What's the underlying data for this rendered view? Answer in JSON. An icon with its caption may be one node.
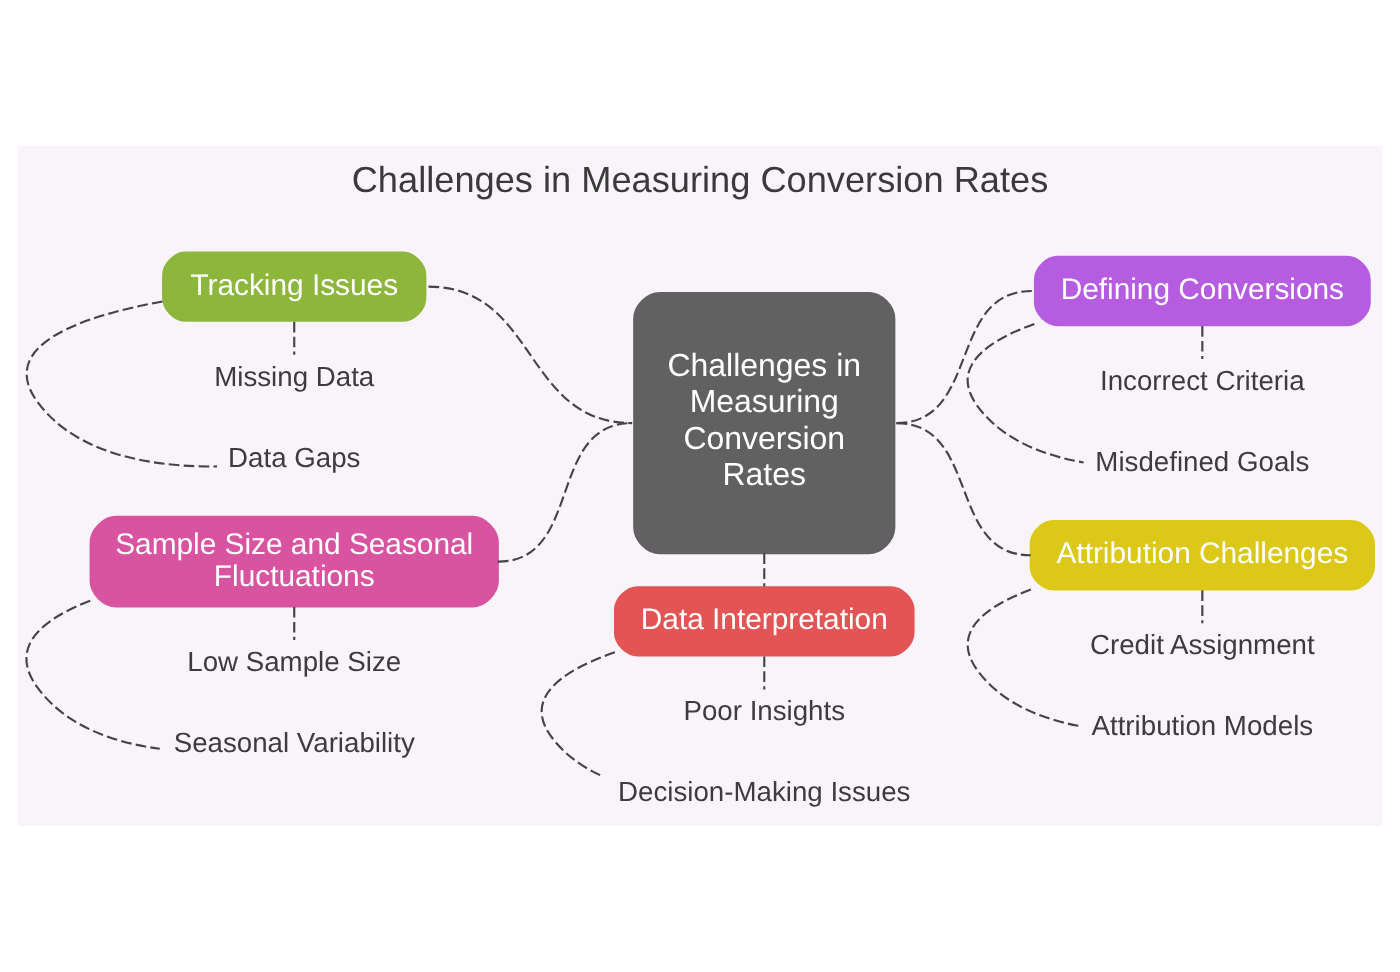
{
  "diagram": {
    "title": "Challenges in Measuring Conversion Rates",
    "nodes": [
      {
        "text": [
          "Challenges in Measuring Conversion Rates"
        ]
      },
      {
        "text": [
          "Tracking Issues"
        ]
      },
      {
        "text": [
          "Missing Data"
        ]
      },
      {
        "text": [
          "Data Gaps"
        ]
      },
      {
        "text": [
          "Defining Conversions"
        ]
      },
      {
        "text": [
          "Incorrect Criteria"
        ]
      },
      {
        "text": [
          "Misdefined Goals"
        ]
      },
      {
        "text": [
          "Sample Size and Seasonal Fluctuations"
        ]
      },
      {
        "text": [
          "Low Sample Size"
        ]
      },
      {
        "text": [
          "Seasonal Variability"
        ]
      },
      {
        "text": [
          "Attribution Challenges"
        ]
      },
      {
        "text": [
          "Credit Assignment"
        ]
      },
      {
        "text": [
          "Attribution Models"
        ]
      },
      {
        "text": [
          "Data Interpretation"
        ]
      },
      {
        "text": [
          "Poor Insights"
        ]
      },
      {
        "text": [
          "Decision-Making Issues"
        ]
      }
    ],
    "edges": [
      {
        "from": 0,
        "to": 1,
        "arrow": "none",
        "style": "dashed"
      },
      {
        "from": 1,
        "to": 2,
        "arrow": "none",
        "style": "dashed"
      },
      {
        "from": 1,
        "to": 3,
        "arrow": "none",
        "style": "dashed"
      },
      {
        "from": 0,
        "to": 4,
        "arrow": "none",
        "style": "dashed"
      },
      {
        "from": 4,
        "to": 5,
        "arrow": "none",
        "style": "dashed"
      },
      {
        "from": 4,
        "to": 6,
        "arrow": "none",
        "style": "dashed"
      },
      {
        "from": 0,
        "to": 7,
        "arrow": "none",
        "style": "dashed"
      },
      {
        "from": 7,
        "to": 8,
        "arrow": "none",
        "style": "dashed"
      },
      {
        "from": 7,
        "to": 9,
        "arrow": "none",
        "style": "dashed"
      },
      {
        "from": 0,
        "to": 10,
        "arrow": "none",
        "style": "dashed"
      },
      {
        "from": 10,
        "to": 11,
        "arrow": "none",
        "style": "dashed"
      },
      {
        "from": 10,
        "to": 12,
        "arrow": "none",
        "style": "dashed"
      },
      {
        "from": 0,
        "to": 13,
        "arrow": "none",
        "style": "dashed"
      },
      {
        "from": 13,
        "to": 14,
        "arrow": "none",
        "style": "dashed"
      },
      {
        "from": 13,
        "to": 15,
        "arrow": "none",
        "style": "dashed"
      }
    ]
  }
}
